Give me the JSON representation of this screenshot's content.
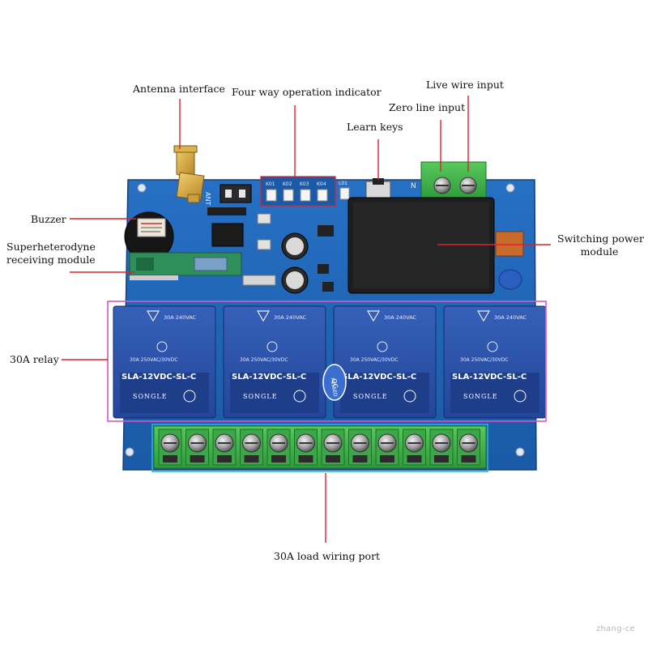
{
  "labels": {
    "antenna": "Antenna interface",
    "four_way": "Four way operation indicator",
    "live_wire": "Live wire input",
    "zero_line": "Zero line input",
    "learn_keys": "Learn keys",
    "buzzer": "Buzzer",
    "superhet_line1": "Superheterodyne",
    "superhet_line2": "receiving module",
    "switching_line1": "Switching power",
    "switching_line2": "module",
    "relay": "30A relay",
    "load_port": "30A load wiring port"
  },
  "board_marks": {
    "ant": "ANT",
    "leds": [
      "K01",
      "K02",
      "K03",
      "K04"
    ],
    "led_extra": "L01",
    "n_mark": "N",
    "relay_model": "SLA-12VDC-SL-C",
    "relay_brand": "SONGLE",
    "relay_rating_1": "30A 240VAC",
    "relay_rating_2": "30A 250VAC/30VDC",
    "qc_1": "QC",
    "qc_2": "PASSED"
  },
  "watermark": "zhang-ce",
  "colors": {
    "board": "#1f63b4",
    "board_dark": "#174f93",
    "relay": "#2a4fa6",
    "terminal": "#3fb34a",
    "leader": "#e0202a",
    "relay_box": "#d45ac4",
    "terminal_box": "#27b3d6"
  }
}
